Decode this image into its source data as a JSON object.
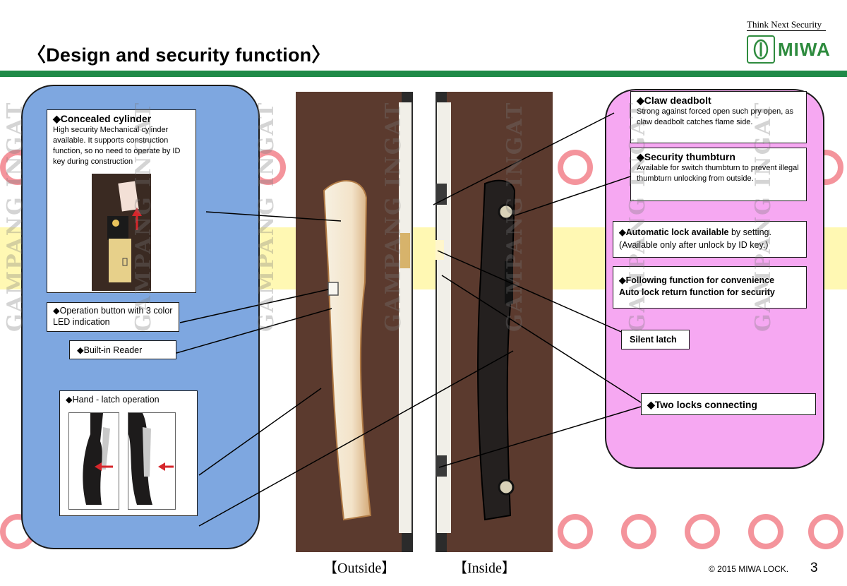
{
  "header": {
    "title": "〈Design and security function〉",
    "tagline": "Think Next Security",
    "logo_text": "MIWA"
  },
  "colors": {
    "brand_green": "#1f8a48",
    "left_panel": "#7ea7e0",
    "right_panel": "#f6a8f2",
    "highlight_band": "#fff59a",
    "arrow_red": "#d6262b"
  },
  "watermark": {
    "text": "GAMPANG INGAT"
  },
  "left_callouts": {
    "cylinder": {
      "heading": "◆Concealed cylinder",
      "desc": "High security Mechanical cylinder available. It supports construction function, so no need to operate by ID key during construction"
    },
    "operation_button": "◆Operation button with 3 color LED indication",
    "reader": "◆Built-in Reader",
    "hand_latch": "◆Hand - latch operation"
  },
  "right_callouts": {
    "claw": {
      "heading": "◆Claw deadbolt",
      "desc": "Strong against forced open such pry open, as claw deadbolt catches flame side."
    },
    "thumbturn": {
      "heading": "◆Security thumbturn",
      "desc": "Available for switch  thumbturn to prevent illegal thumbturn unlocking from outside."
    },
    "auto_lock": {
      "bold": "◆Automatic lock available",
      "rest": " by setting.",
      "line2": "(Available only after unlock by ID key.)"
    },
    "following": {
      "line1": "◆Following function for convenience",
      "line2": "Auto lock return function for security"
    },
    "silent_latch": "Silent latch",
    "two_locks": "◆Two locks connecting"
  },
  "captions": {
    "outside": "【Outside】",
    "inside": "【Inside】"
  },
  "footer": {
    "copyright": "© 2015 MIWA LOCK.",
    "page": "3"
  }
}
